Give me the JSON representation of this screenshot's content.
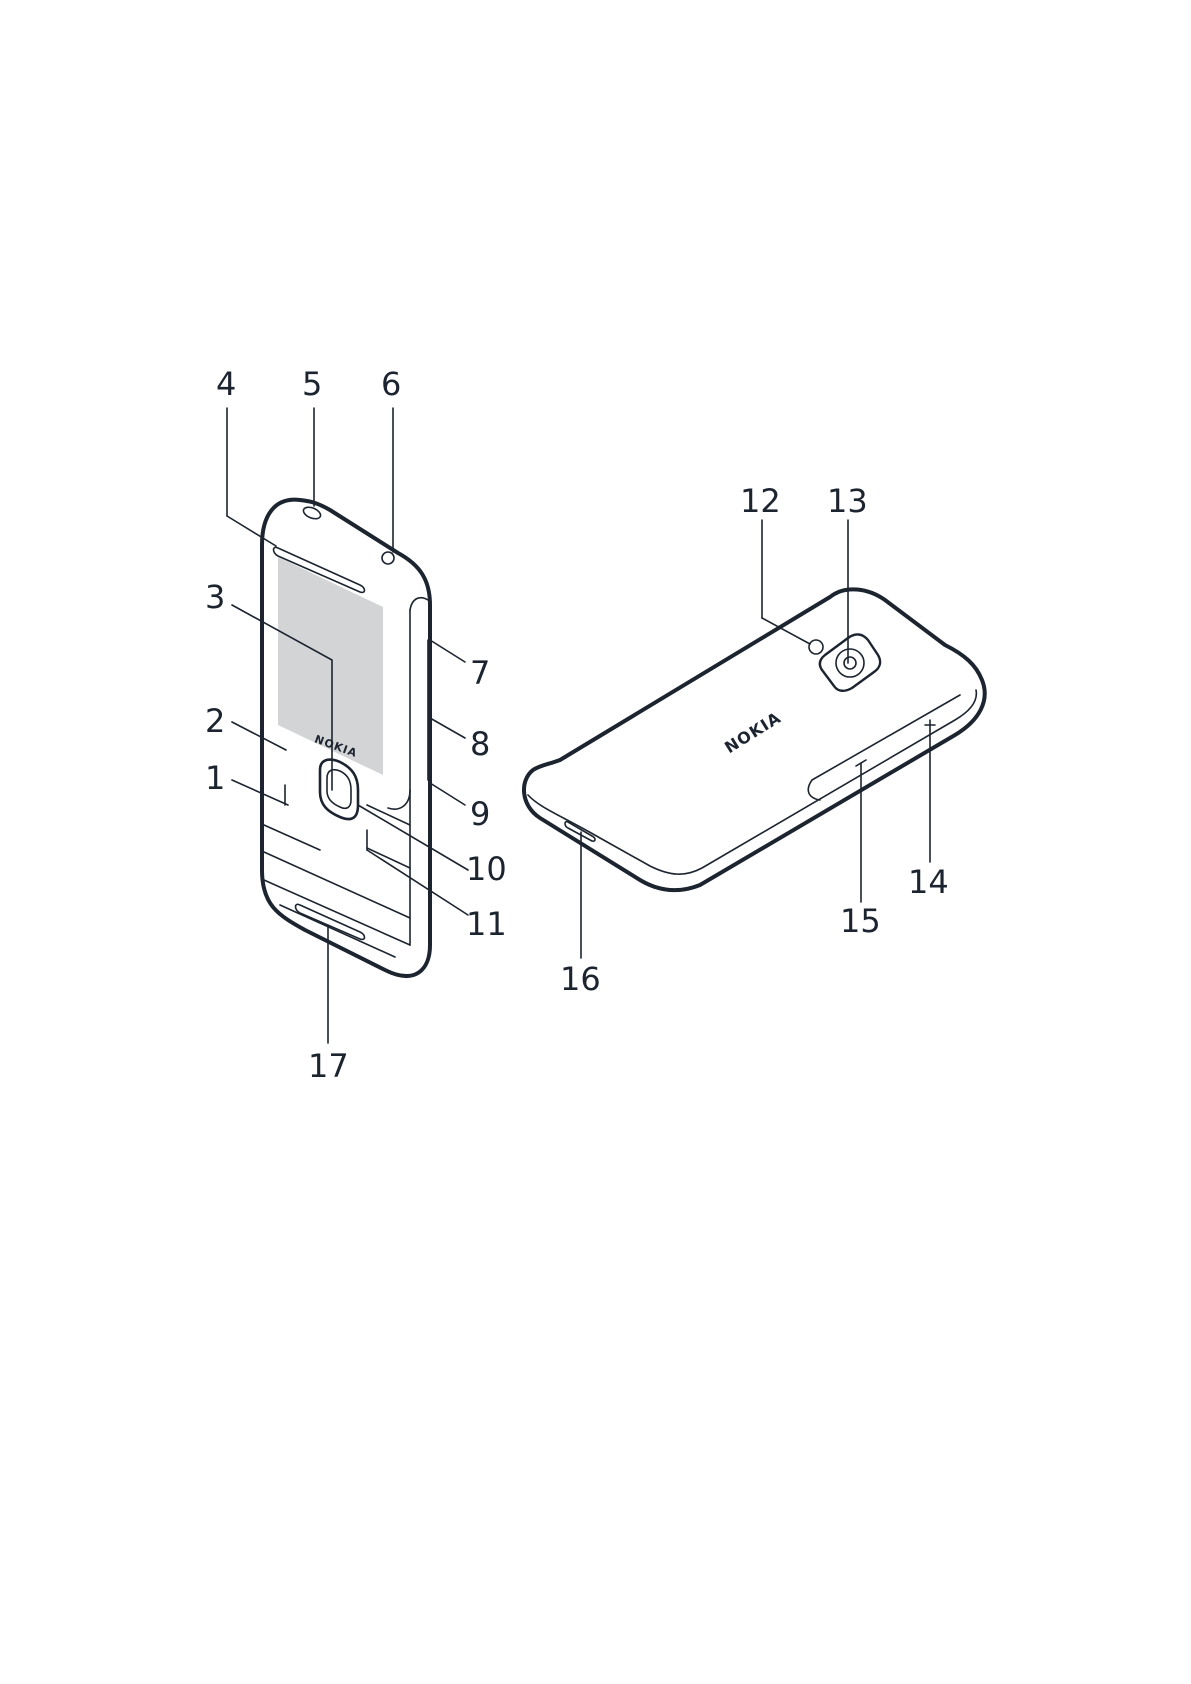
{
  "diagram": {
    "front_logo": "NOKIA",
    "back_logo": "NOKIA",
    "callouts": {
      "c1": "1",
      "c2": "2",
      "c3": "3",
      "c4": "4",
      "c5": "5",
      "c6": "6",
      "c7": "7",
      "c8": "8",
      "c9": "9",
      "c10": "10",
      "c11": "11",
      "c12": "12",
      "c13": "13",
      "c14": "14",
      "c15": "15",
      "c16": "16",
      "c17": "17"
    }
  },
  "colors": {
    "line": "#1c2430",
    "screen": "#d3d4d6",
    "background": "#ffffff"
  }
}
